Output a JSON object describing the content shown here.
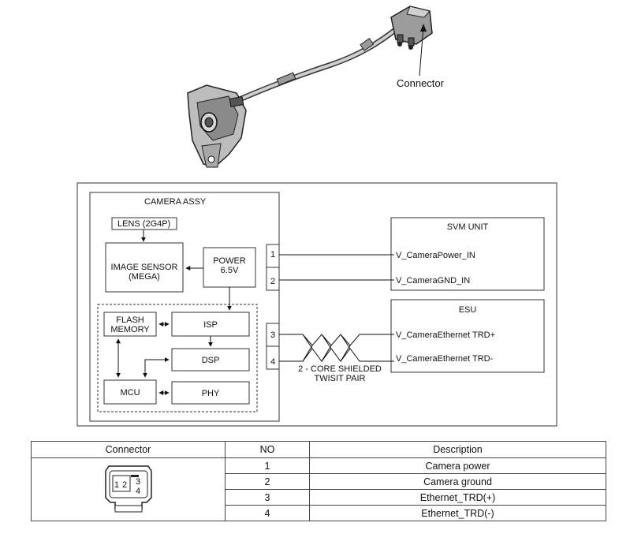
{
  "photo": {
    "connector_callout": "Connector"
  },
  "diagram": {
    "camera_assy": "CAMERA ASSY",
    "lens": "LENS (2G4P)",
    "image_sensor": [
      "IMAGE SENSOR",
      "(MEGA)"
    ],
    "power": [
      "POWER",
      "6.5V"
    ],
    "flash_memory": [
      "FLASH",
      "MEMORY"
    ],
    "isp": "ISP",
    "dsp": "DSP",
    "mcu": "MCU",
    "phy": "PHY",
    "pins": [
      "1",
      "2",
      "3",
      "4"
    ],
    "svm_unit": "SVM UNIT",
    "svm_signals": [
      "V_CameraPower_IN",
      "V_CameraGND_IN"
    ],
    "esu": "ESU",
    "esu_signals": [
      "V_CameraEthernet TRD+",
      "V_CameraEthernet TRD-"
    ],
    "twisted_pair": [
      "2 - CORE SHIELDED",
      "TWISIT PAIR"
    ]
  },
  "table": {
    "headers": [
      "Connector",
      "NO",
      "Description"
    ],
    "rows": [
      {
        "no": "1",
        "description": "Camera power"
      },
      {
        "no": "2",
        "description": "Camera ground"
      },
      {
        "no": "3",
        "description": "Ethernet_TRD(+)"
      },
      {
        "no": "4",
        "description": "Ethernet_TRD(-)"
      }
    ],
    "connector_face_labels": [
      "1",
      "2",
      "3",
      "4"
    ]
  }
}
